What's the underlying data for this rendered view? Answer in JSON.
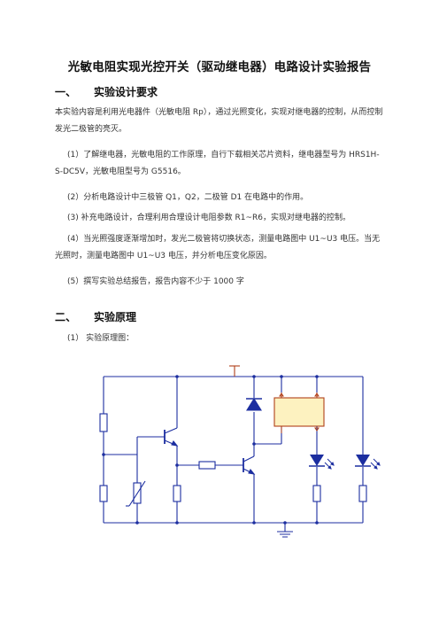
{
  "doc": {
    "title": "光敏电阻实现光控开关（驱动继电器）电路设计实验报告",
    "section1": {
      "num": "一、",
      "label": "实验设计要求"
    },
    "intro": "本实验内容是利用光电器件（光敏电阻 Rp），通过光照变化，实现对继电器的控制，从而控制发光二极管的亮灭。",
    "items": [
      "(1）了解继电器，光敏电阻的工作原理，自行下载相关芯片资料，继电器型号为 HRS1H-S-DC5V，光敏电阻型号为 G5516。",
      "(2）分析电路设计中三极管 Q1，Q2，二极管 D1 在电路中的作用。",
      "(3) 补充电路设计，合理利用合理设计电阻参数 R1~R6，实现对继电器的控制。",
      "(4）当光照强度逐渐增加时，发光二极管将切换状态，测量电路图中 U1~U3 电压。当无光照时，测量电路图中 U1~U3 电压，并分析电压变化原因。",
      "(5）撰写实验总结报告，报告内容不少于 1000 字"
    ],
    "section2": {
      "num": "二、",
      "label": "实验原理"
    },
    "sub1": "(1）   实验原理图："
  },
  "colors": {
    "wire": "#1c2ea0",
    "relay_fill": "#fdf2c0",
    "relay_stroke": "#b0401a",
    "supply": "#b0401a"
  }
}
